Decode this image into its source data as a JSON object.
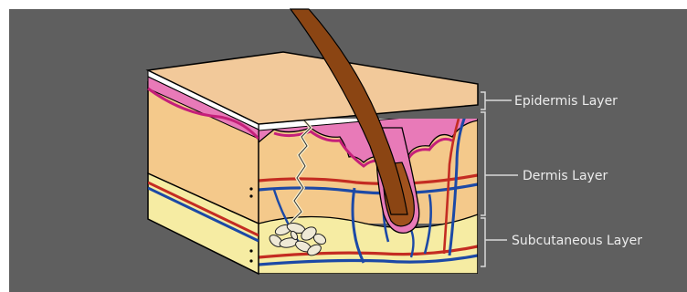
{
  "diagram": {
    "labels": {
      "epidermis": "Epidermis Layer",
      "dermis": "Dermis Layer",
      "subcutaneous": "Subcutaneous  Layer"
    },
    "colors": {
      "background": "#5f5f5f",
      "top_surface": "#f2c99a",
      "epidermis_pink": "#e87ab8",
      "dermis": "#f4c98b",
      "subcutaneous": "#f6eca3",
      "hair": "#8b4513",
      "artery": "#c42c22",
      "vein": "#1c49a6",
      "bracket": "#d8d8d8"
    }
  }
}
